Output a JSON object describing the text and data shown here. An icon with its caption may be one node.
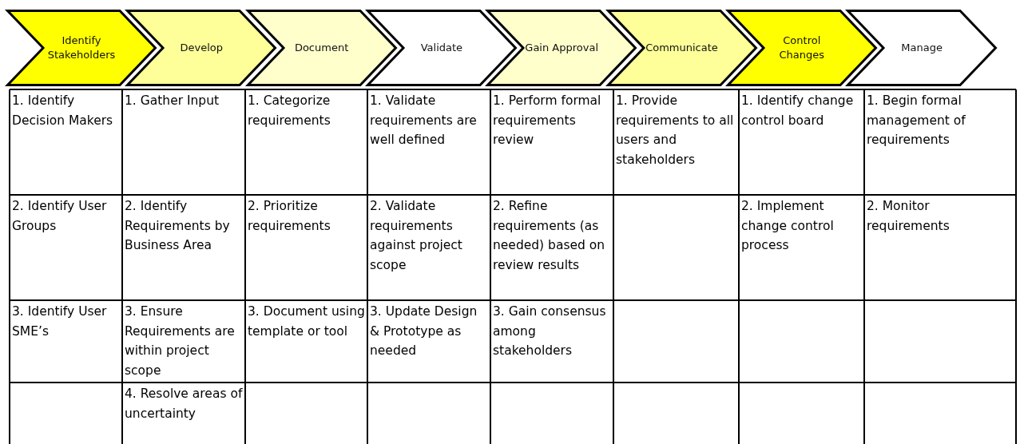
{
  "diagram": {
    "nodes": [
      {
        "text": [
          "Identify Stakeholders"
        ]
      },
      {
        "text": [
          "Develop"
        ]
      },
      {
        "text": [
          "Document"
        ]
      },
      {
        "text": [
          "Validate"
        ]
      },
      {
        "text": [
          "Gain Approval"
        ]
      },
      {
        "text": [
          "Communicate"
        ]
      },
      {
        "text": [
          "Control Changes"
        ]
      },
      {
        "text": [
          "Manage"
        ]
      }
    ],
    "labels": [
      "1. Identify Decision Makers",
      "1. Gather Input",
      "1. Categorize requirements",
      "1. Validate requirements are well defined",
      "1. Perform formal requirements review",
      "1. Provide requirements to all users and stakeholders",
      "1. Identify change control board",
      "1. Begin formal management of requirements",
      "2. Identify User Groups",
      "2. Identify Requirements by Business Area",
      "2. Prioritize requirements",
      "2. Validate requirements against project scope",
      "2. Refine requirements (as needed) based on review results",
      "2. Implement change control process",
      "2. Monitor requirements",
      "3. Identify User SME’s",
      "3. Ensure Requirements are within project scope",
      "3. Document using template or tool",
      "3. Update Design & Prototype as needed",
      "3. Gain consensus among stakeholders",
      "4. Resolve areas of uncertainty"
    ]
  }
}
